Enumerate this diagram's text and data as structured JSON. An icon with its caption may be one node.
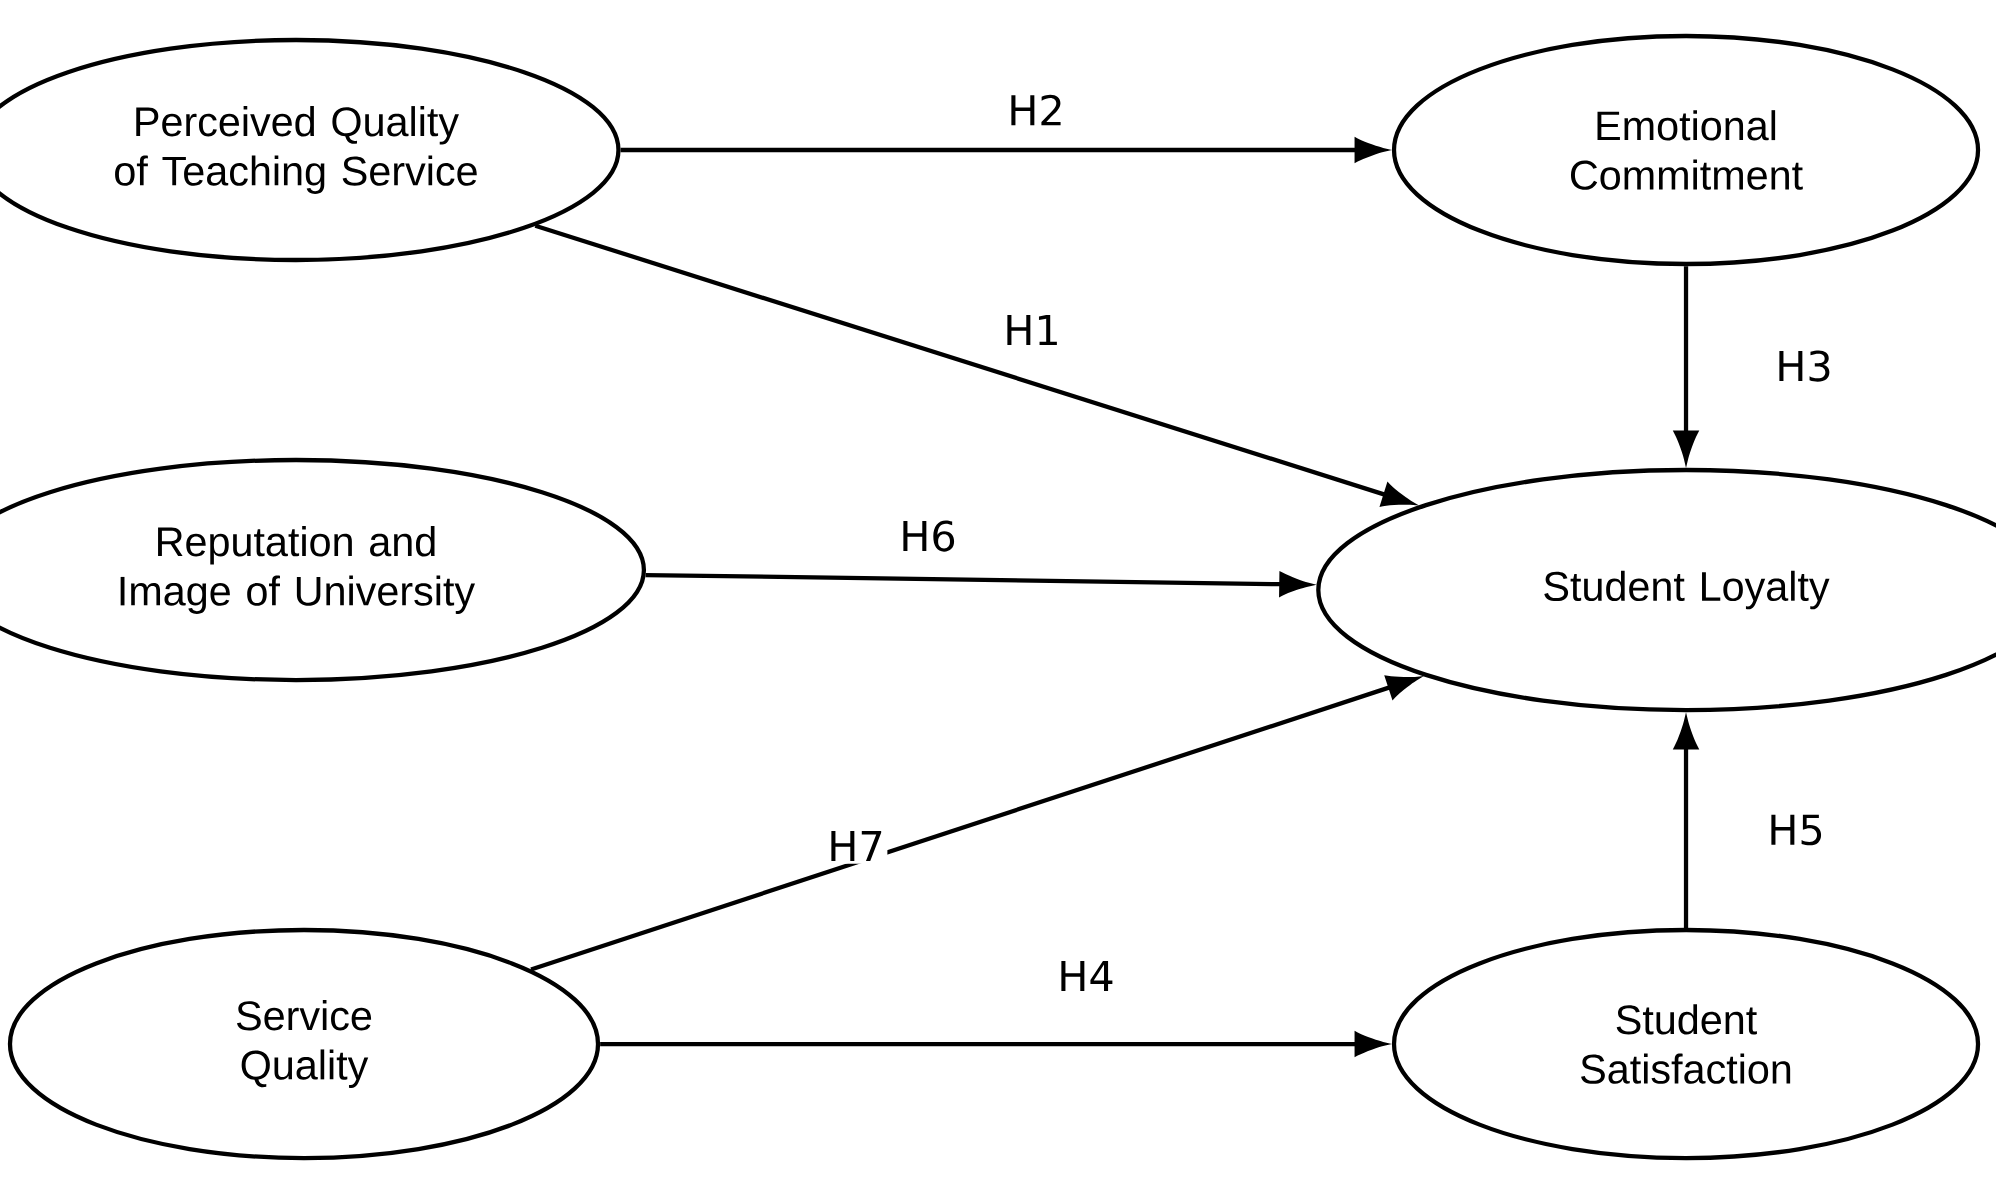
{
  "diagram": {
    "nodes": [
      {
        "text": [
          "Perceived Quality of Teaching Service"
        ]
      },
      {
        "text": [
          "Emotional Commitment"
        ]
      },
      {
        "text": [
          "Reputation and Image of University"
        ]
      },
      {
        "text": [
          "Student Loyalty"
        ]
      },
      {
        "text": [
          "Service Quality"
        ]
      },
      {
        "text": [
          "Student Satisfaction"
        ]
      }
    ],
    "edges": [
      {
        "from": 0,
        "to": 1,
        "arrow": "to",
        "label": "H2"
      },
      {
        "from": 0,
        "to": 3,
        "arrow": "to",
        "label": "H1"
      },
      {
        "from": 1,
        "to": 3,
        "arrow": "to",
        "label": "H3"
      },
      {
        "from": 2,
        "to": 3,
        "arrow": "to",
        "label": "H6"
      },
      {
        "from": 4,
        "to": 3,
        "arrow": "to",
        "label": "H7"
      },
      {
        "from": 4,
        "to": 5,
        "arrow": "to",
        "label": "H4"
      },
      {
        "from": 5,
        "to": 3,
        "arrow": "to",
        "label": "H5"
      }
    ]
  }
}
